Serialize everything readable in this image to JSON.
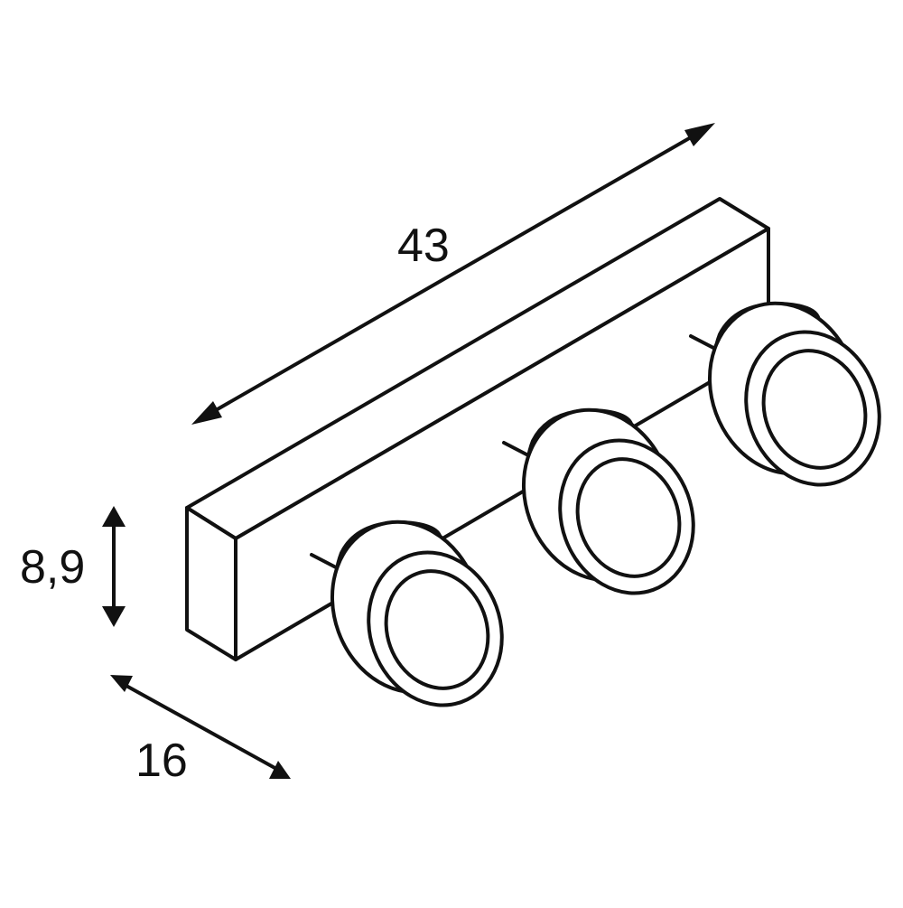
{
  "dimensions": {
    "length": "43",
    "height": "8,9",
    "depth": "16"
  },
  "colors": {
    "line": "#111111",
    "background": "#ffffff"
  }
}
